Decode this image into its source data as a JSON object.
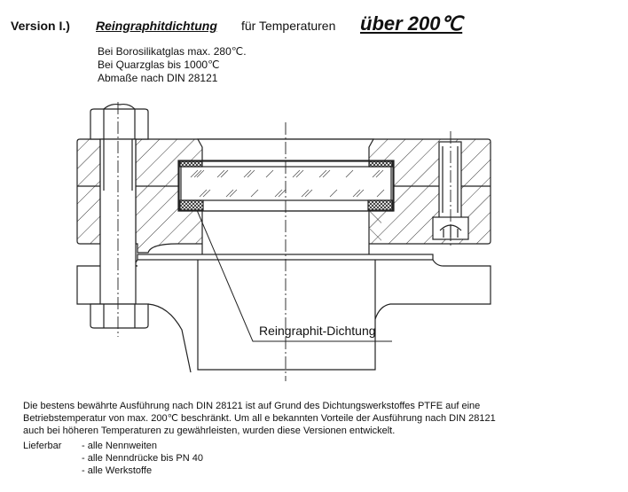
{
  "header": {
    "version": "Version I.)",
    "title_emphasis": "Reingraphitdichtung",
    "title_middle": "für Temperaturen",
    "title_temp": "über 200℃"
  },
  "notes": [
    "Bei Borosilikatglas max. 280℃.",
    "Bei Quarzglas bis 1000℃",
    "Abmaße nach DIN 28121"
  ],
  "drawing": {
    "label": "Reingraphit-Dichtung"
  },
  "description": [
    "Die bestens bewährte Ausführung nach DIN 28121 ist auf Grund des Dichtungswerkstoffes PTFE auf eine",
    "Betriebstemperatur von max. 200℃ beschränkt. Um all e bekannten Vorteile der Ausführung nach DIN 28121",
    "auch bei höheren Temperaturen zu gewährleisten, wurden diese Versionen entwickelt."
  ],
  "availability": {
    "label": "Lieferbar",
    "items": [
      "- alle Nennweiten",
      "- alle Nenndrücke bis PN 40",
      "- alle Werkstoffe"
    ]
  }
}
